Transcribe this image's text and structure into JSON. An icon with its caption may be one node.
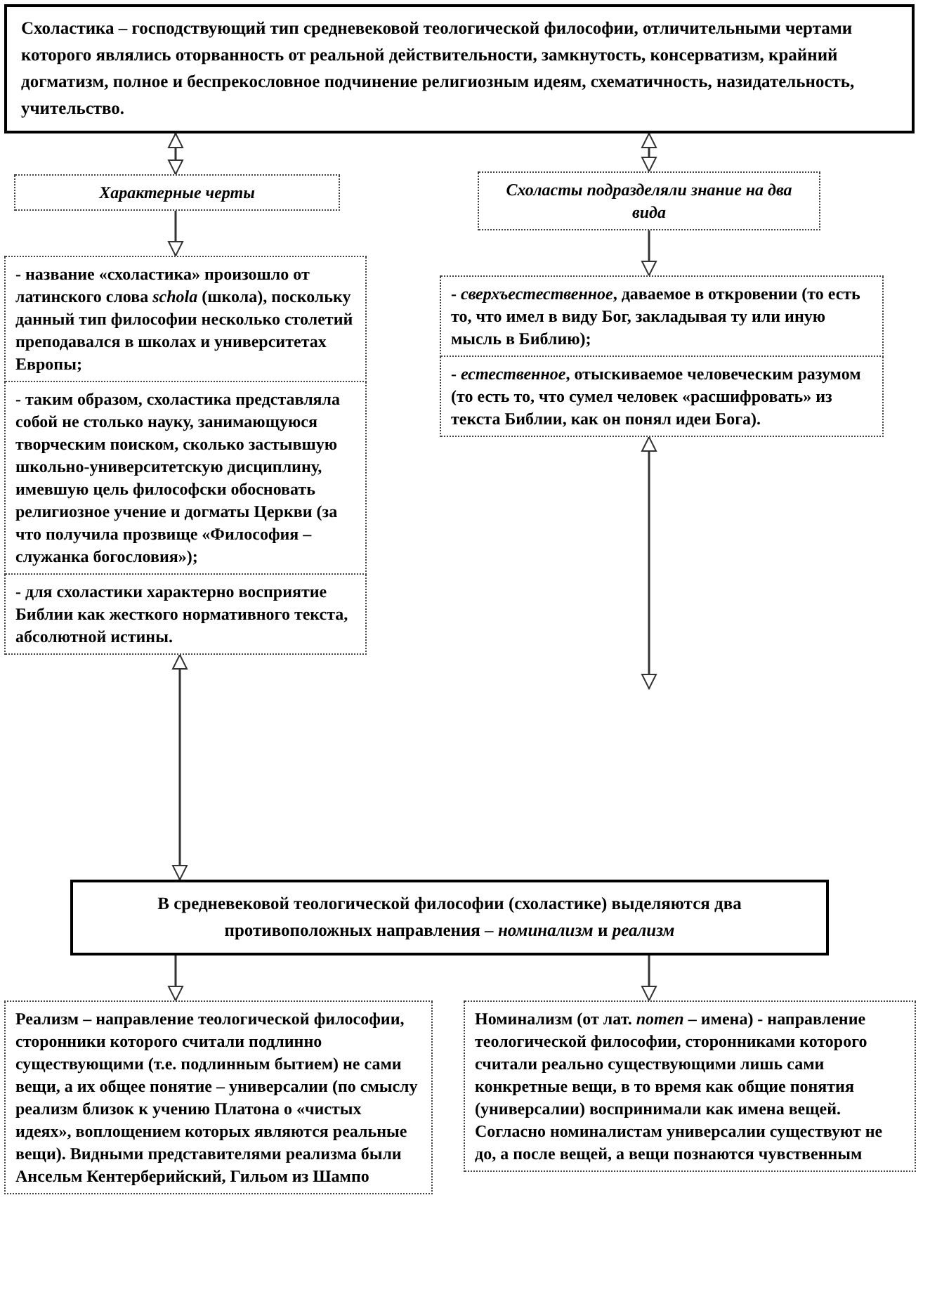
{
  "diagram": {
    "nodes": [
      {
        "text": [
          "Схоластика – господствующий тип средневековой теологической философии, отличительными чертами которого являлись оторванность от реальной действительности, замкнутость, консерватизм, крайний догматизм, полное и беспрекословное подчинение религиозным идеям, схематичность, назидательность, учительство."
        ]
      },
      {
        "text": [
          "Характерные черты"
        ]
      },
      {
        "text": [
          "Схоласты подразделяли знание на два вида"
        ]
      },
      {
        "text": [
          "- название «схоластика» произошло от латинского слова *schola* (школа), поскольку данный тип философии несколько столетий преподавался в школах и университетах Европы;"
        ]
      },
      {
        "text": [
          "- таким образом, схоластика представляла собой не столько науку, занимающуюся творческим поиском, сколько застывшую школьно-университетскую дисциплину, имевшую цель философски обосновать религиозное учение и догматы Церкви (за что получила прозвище «Философия – служанка богословия»);"
        ]
      },
      {
        "text": [
          "- для схоластики характерно восприятие Библии как жесткого нормативного текста, абсолютной истины."
        ]
      },
      {
        "text": [
          "- *сверхъестественное*, даваемое в откровении (то есть то, что имел в виду Бог, закладывая ту или иную мысль в Библию);"
        ]
      },
      {
        "text": [
          "- *естественное*, отыскиваемое человеческим разумом (то есть то, что сумел человек «расшифровать» из текста Библии, как он понял идеи Бога)."
        ]
      },
      {
        "text": [
          "В средневековой теологической философии (схоластике) выделяются два противоположных направления – *номинализм* и *реализм*"
        ]
      },
      {
        "text": [
          "Реализм – направление теологической философии, сторонники которого считали подлинно существующими (т.е. подлинным бытием) не сами вещи, а их общее понятие – универсалии (по смыслу реализм близок к учению Платона о «чистых идеях», воплощением которых являются реальные вещи). Видными представителями реализма были Ансельм Кентерберийский, Гильом из Шампо"
        ]
      },
      {
        "text": [
          "Номинализм (от лат. *nomen* – имена) - направление теологической философии, сторонниками которого считали реально существующими лишь сами конкретные вещи, в то время как общие понятия (универсалии) воспринимали как имена вещей. Согласно номиналистам универсалии существуют не до, а после вещей, а вещи познаются чувственным"
        ]
      }
    ],
    "edges": [
      {
        "from": 0,
        "to": 1,
        "arrow": "both"
      },
      {
        "from": 0,
        "to": 2,
        "arrow": "both"
      },
      {
        "from": 1,
        "to": 3,
        "arrow": "to"
      },
      {
        "from": 2,
        "to": 6,
        "arrow": "to"
      },
      {
        "from": 7,
        "to": null,
        "arrow": "both"
      },
      {
        "from": 5,
        "to": 8,
        "arrow": "both"
      },
      {
        "from": 8,
        "to": 9,
        "arrow": "to"
      },
      {
        "from": 8,
        "to": 10,
        "arrow": "to"
      }
    ]
  }
}
